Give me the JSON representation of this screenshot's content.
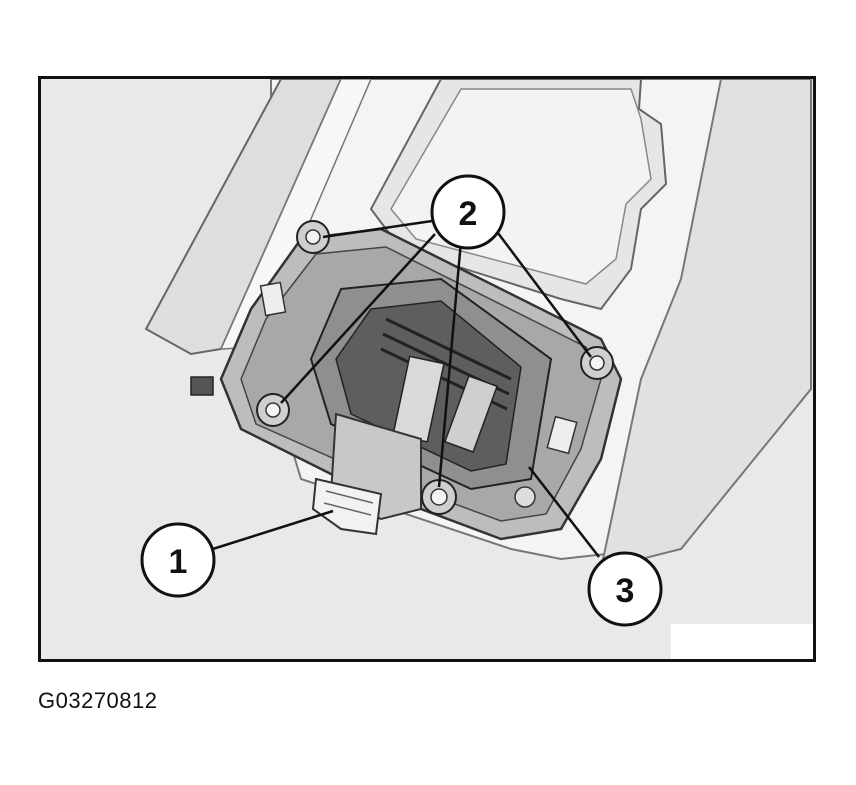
{
  "figure": {
    "id_code": "G03270812",
    "callouts": [
      {
        "label": "1"
      },
      {
        "label": "2"
      },
      {
        "label": "3"
      }
    ]
  }
}
